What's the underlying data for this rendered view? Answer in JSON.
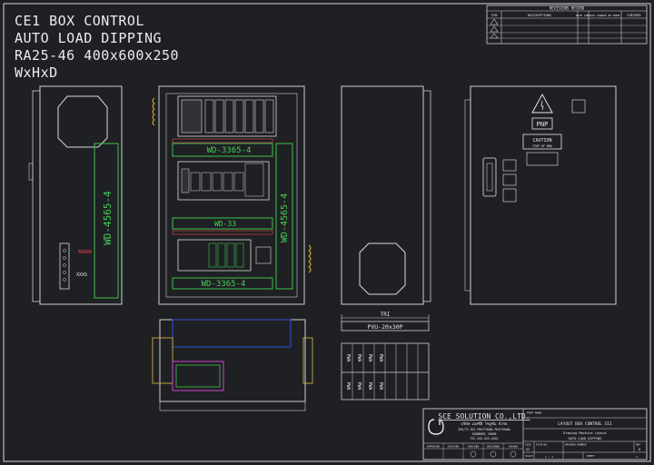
{
  "title_block_header": {
    "lines": [
      "CE1 BOX CONTROL",
      "AUTO LOAD DIPPING",
      "RA25-46 400x600x250",
      "WxHxD"
    ]
  },
  "revision_table": {
    "title": "REVISIONS RECORD",
    "columns": [
      "SYM",
      "DESCRIPTIONS",
      "DATE CHKD",
      "SAS CHANGE BY NAME",
      "CHECKER"
    ]
  },
  "panel_labels": {
    "side_duct": "WD-4565-4",
    "front_duct_top": "WD-3365-4",
    "front_duct_mid": "WD-33",
    "front_duct_bottom": "WD-3365-4",
    "front_duct_right": "WD-4565-4",
    "side_tag_1": "ARRRA",
    "side_tag_2": "XXXS",
    "bottom_duct_line1": "TRI",
    "bottom_duct_line2": "PVU-20x30P",
    "terminal_text": "PWA"
  },
  "door_labels": {
    "pnp": "PNP",
    "caution": "CAUTION",
    "caution_sub": "STOP OF NEW"
  },
  "company_block": {
    "company": "SCE SOLUTION CO.,LTD.",
    "company_thai": "บริษัท เอสซีอี โซลูชั่น จำกัด",
    "address_1": "205/75 SOI PHATTHANA PHATTHANA",
    "address_2": "CHONBURI  20000",
    "address_3": "TEL.XXX-XXX-XXXX",
    "part_name_label": "PART NAME",
    "part_name": "LAYOUT BOX CONTROL CE1",
    "drawing_title": "Drawing Machine Layout",
    "job": "AUTO LOAD DIPPING",
    "roles": [
      "APPROVED",
      "CHECKED",
      "CHECKED",
      "DESIGNED",
      "DRAWN"
    ],
    "size_label": "SIZE",
    "size_value": "A3",
    "fscm_label": "FSCM NO.",
    "dwg_label": "DRAWING NUMBER",
    "rev_label": "REV",
    "rev_value": "0",
    "scale_label": "SCALE",
    "scale_value": "1 : 1",
    "sheet_label": "SHEET",
    "sheet_value": "1"
  }
}
